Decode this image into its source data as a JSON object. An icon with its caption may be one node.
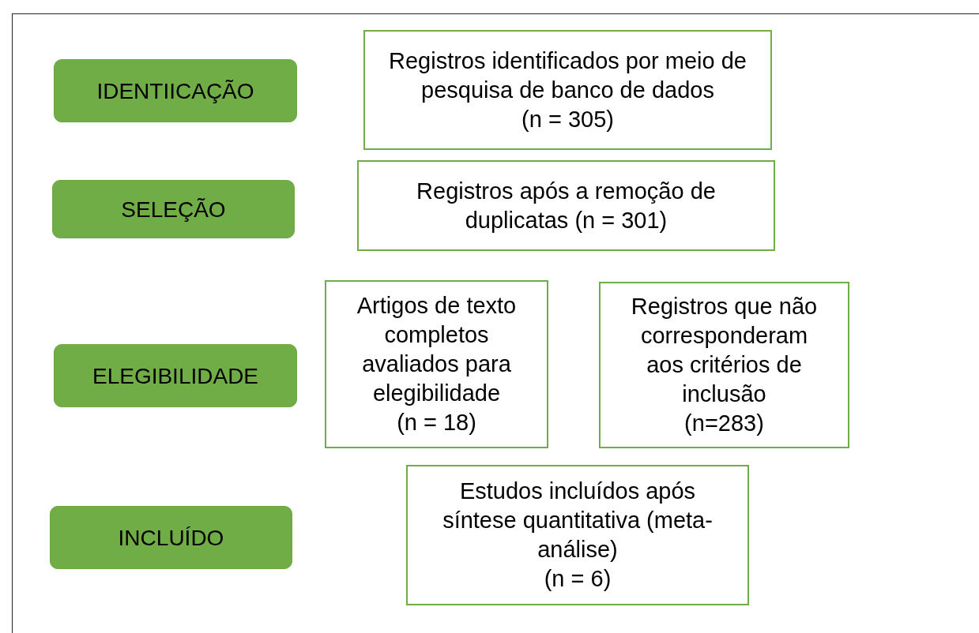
{
  "diagram": {
    "nodes": [
      {
        "text": [
          "IDENTIICAÇÃO"
        ]
      },
      {
        "text": [
          "Registros identificados por meio de pesquisa de banco de dados",
          "(n = 305)"
        ]
      },
      {
        "text": [
          "SELEÇÃO"
        ]
      },
      {
        "text": [
          "Registros após a remoção de duplicatas (n = 301)"
        ]
      },
      {
        "text": [
          "ELEGIBILIDADE"
        ]
      },
      {
        "text": [
          "Artigos de texto completos avaliados para elegibilidade",
          "(n = 18)"
        ]
      },
      {
        "text": [
          "Registros que não corresponderam aos critérios de inclusão",
          "(n=283)"
        ]
      },
      {
        "text": [
          "INCLUÍDO"
        ]
      },
      {
        "text": [
          "Estudos incluídos após síntese quantitativa (meta- análise)",
          "(n = 6)"
        ]
      }
    ],
    "edges": []
  }
}
